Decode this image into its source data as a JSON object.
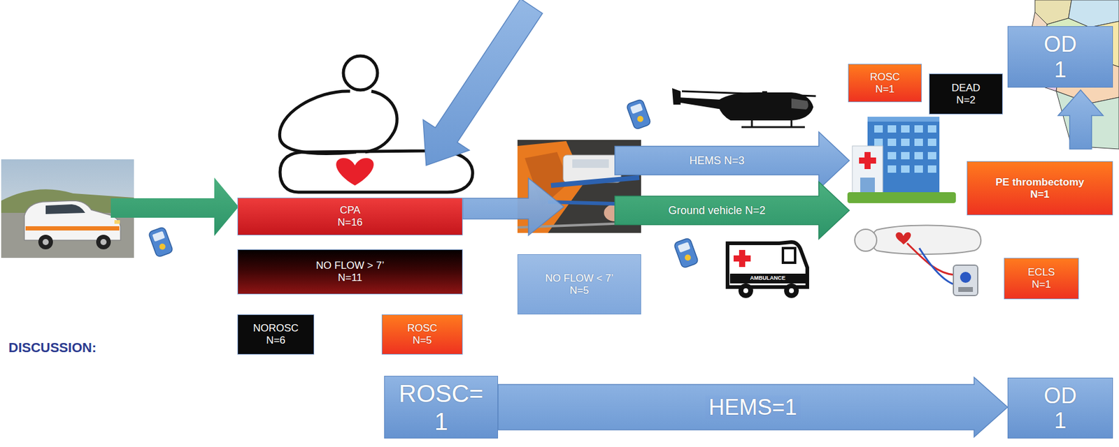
{
  "diagram": {
    "nodes": [
      {
        "text": [
          "CPA N=16"
        ]
      },
      {
        "text": [
          "NO FLOW > 7’ N=11"
        ]
      },
      {
        "text": [
          "NOROSC N=6"
        ]
      },
      {
        "text": [
          "ROSC N=5"
        ]
      },
      {
        "text": [
          "NO FLOW < 7’ N=5"
        ]
      },
      {
        "text": [
          "HEMS N=3"
        ]
      },
      {
        "text": [
          "Ground vehicle N=2"
        ]
      },
      {
        "text": [
          "ROSC N=1"
        ]
      },
      {
        "text": [
          "DEAD N=2"
        ]
      },
      {
        "text": [
          "OD 1"
        ]
      },
      {
        "text": [
          "PE thrombectomy N=1"
        ]
      },
      {
        "text": [
          "ECLS N=1"
        ]
      },
      {
        "text": [
          "ROSC= 1"
        ]
      },
      {
        "text": [
          "OD 1"
        ]
      }
    ],
    "edges": [
      {
        "from": 12,
        "to": 13,
        "label": "HEMS=1",
        "arrow": "to"
      }
    ],
    "labels": [
      "DISCUSSION:",
      "AMBULANCE"
    ]
  }
}
